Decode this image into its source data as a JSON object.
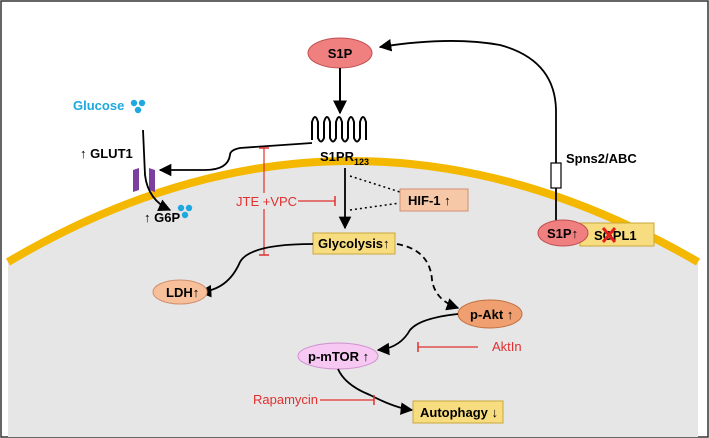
{
  "labels": {
    "s1p_top": "S1P",
    "glucose": "Glucose",
    "glut1": "GLUT1",
    "g6p": "G6P",
    "s1pr": "S1PR",
    "s1pr_sub": "123",
    "jte_vpc": "JTE +VPC",
    "hif1": "HIF-1",
    "glycolysis": "Glycolysis",
    "ldh": "LDH",
    "pakt": "p-Akt",
    "aktin": "AktIn",
    "pmtor": "p-mTOR",
    "rapamycin": "Rapamycin",
    "autophagy": "Autophagy",
    "spns2": "Spns2/ABC",
    "s1p_right": "S1P",
    "sgpl1": "SGPL1"
  },
  "colors": {
    "membrane": "#F5B800",
    "cell_fill": "#E6E6E6",
    "inhibitor": "#E03030",
    "glucose": "#1EA8DF",
    "s1p_fill": "#F08080",
    "box_fill": "#F8DD80",
    "hif_fill": "#F7C8A8",
    "ldh_fill": "#F7C09A",
    "akt_fill": "#F0A070",
    "mtor_fill": "#F6C8F2",
    "glut1_fill": "#7B3FA0"
  }
}
